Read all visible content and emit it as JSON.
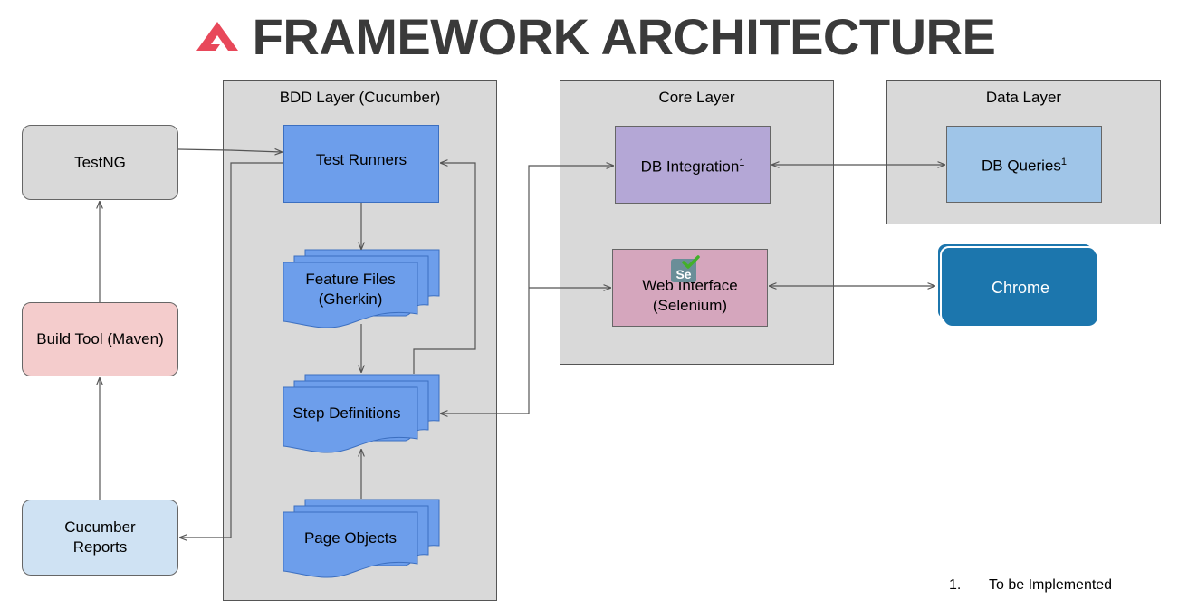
{
  "title": "FRAMEWORK ARCHITECTURE",
  "layers": {
    "bdd": "BDD Layer (Cucumber)",
    "core": "Core Layer",
    "data": "Data Layer"
  },
  "nodes": {
    "testng": "TestNG",
    "build_tool": "Build Tool (Maven)",
    "cucumber_reports_1": "Cucumber",
    "cucumber_reports_2": "Reports",
    "test_runners": "Test Runners",
    "feature_files_1": "Feature Files",
    "feature_files_2": "(Gherkin)",
    "step_definitions": "Step Definitions",
    "page_objects": "Page Objects",
    "db_integration": "DB Integration",
    "db_integration_sup": "1",
    "web_interface_1": "Web Interface",
    "web_interface_2": "(Selenium)",
    "selenium_badge": "Se",
    "db_queries": "DB Queries",
    "db_queries_sup": "1",
    "chrome": "Chrome"
  },
  "footnote": {
    "number": "1.",
    "text": "To be Implemented"
  },
  "colors": {
    "logo": "#e8485a",
    "title": "#3a3a3a",
    "blue_node": "#6d9eeb",
    "purple_node": "#b4a7d6",
    "pink_node": "#d5a6bd",
    "light_blue_node": "#9fc5e8",
    "chrome": "#1c76ad",
    "build_tool": "#f4cccc",
    "reports": "#cfe2f3",
    "testng": "#d9d9d9"
  }
}
